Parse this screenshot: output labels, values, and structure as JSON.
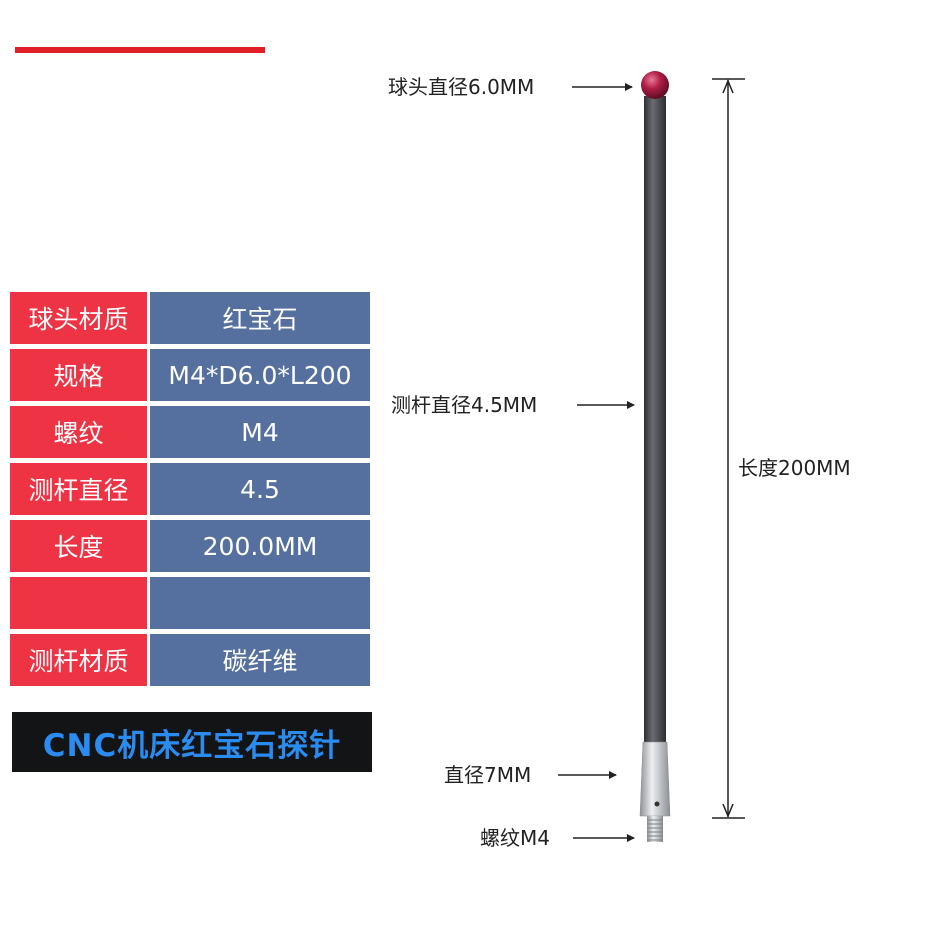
{
  "spec_table": {
    "rows": [
      {
        "label": "球头材质",
        "value": "红宝石"
      },
      {
        "label": "规格",
        "value": "M4*D6.0*L200"
      },
      {
        "label": "螺纹",
        "value": "M4"
      },
      {
        "label": "测杆直径",
        "value": "4.5"
      },
      {
        "label": "长度",
        "value": "200.0MM"
      },
      {
        "label": "",
        "value": ""
      },
      {
        "label": "测杆材质",
        "value": "碳纤维"
      }
    ]
  },
  "banner": {
    "text": "CNC机床红宝石探针"
  },
  "callouts": {
    "ball_diameter": "球头直径6.0MM",
    "stem_diameter": "测杆直径4.5MM",
    "length": "长度200MM",
    "collar_diameter": "直径7MM",
    "thread": "螺纹M4"
  },
  "colors": {
    "accent_red": "#e11f26",
    "label_red": "#ee3344",
    "value_blue": "#55709e",
    "banner_bg": "#121416",
    "banner_text": "#2a8cf0",
    "ruby": "#b01e45",
    "carbon": "#4b4d52",
    "steel": "#c9ccd0"
  }
}
